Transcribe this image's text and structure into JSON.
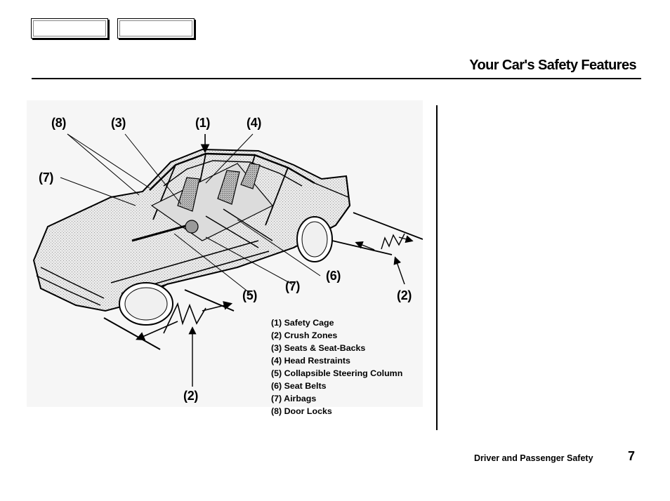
{
  "page": {
    "title": "Your Car's Safety Features"
  },
  "figure": {
    "callouts": [
      {
        "id": "8",
        "label": "(8)"
      },
      {
        "id": "3",
        "label": "(3)"
      },
      {
        "id": "1",
        "label": "(1)"
      },
      {
        "id": "4",
        "label": "(4)"
      },
      {
        "id": "7a",
        "label": "(7)"
      },
      {
        "id": "6",
        "label": "(6)"
      },
      {
        "id": "7b",
        "label": "(7)"
      },
      {
        "id": "5",
        "label": "(5)"
      },
      {
        "id": "2a",
        "label": "(2)"
      },
      {
        "id": "2b",
        "label": "(2)"
      }
    ],
    "legend": [
      "(1) Safety Cage",
      "(2) Crush Zones",
      "(3) Seats & Seat-Backs",
      "(4) Head Restraints",
      "(5) Collapsible Steering Column",
      "(6) Seat Belts",
      "(7) Airbags",
      "(8) Door Locks"
    ]
  },
  "footer": {
    "section": "Driver and Passenger Safety",
    "page_number": "7"
  }
}
